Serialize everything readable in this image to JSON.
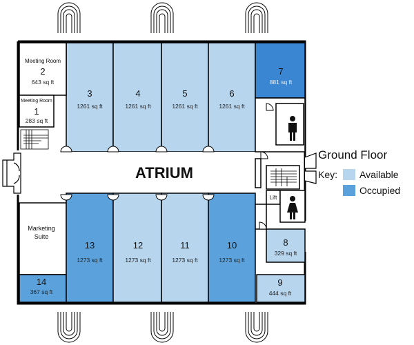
{
  "title": "Ground Floor",
  "atrium_label": "ATRIUM",
  "legend": {
    "key_label": "Key:",
    "available_label": "Available",
    "occupied_label": "Occupied"
  },
  "colors": {
    "available": "#b8d5ee",
    "occupied": "#5ba2dc",
    "occupied_dark": "#3b86d3",
    "wall": "#000000"
  },
  "units": [
    {
      "id": "2",
      "name": "Meeting Room",
      "area": "643 sq ft",
      "status": "service"
    },
    {
      "id": "1",
      "name": "Meeting Room",
      "area": "283 sq ft",
      "status": "service"
    },
    {
      "id": "3",
      "area": "1261 sq ft",
      "status": "available"
    },
    {
      "id": "4",
      "area": "1261 sq ft",
      "status": "available"
    },
    {
      "id": "5",
      "area": "1261 sq ft",
      "status": "available"
    },
    {
      "id": "6",
      "area": "1261 sq ft",
      "status": "available"
    },
    {
      "id": "7",
      "area": "881 sq ft",
      "status": "occupied"
    },
    {
      "id": "13",
      "area": "1273 sq ft",
      "status": "occupied"
    },
    {
      "id": "12",
      "area": "1273 sq ft",
      "status": "available"
    },
    {
      "id": "11",
      "area": "1273 sq ft",
      "status": "available"
    },
    {
      "id": "10",
      "area": "1273 sq ft",
      "status": "occupied"
    },
    {
      "id": "8",
      "area": "329 sq ft",
      "status": "available"
    },
    {
      "id": "9",
      "area": "444 sq ft",
      "status": "available"
    },
    {
      "id": "14",
      "area": "367 sq ft",
      "status": "occupied"
    }
  ],
  "marketing_suite": {
    "line1": "Marketing",
    "line2": "Suite"
  },
  "lift_label": "Lift",
  "icons": [
    "male-toilet-icon",
    "female-toilet-icon",
    "stairs-icon",
    "entrance-stairs-icon"
  ]
}
